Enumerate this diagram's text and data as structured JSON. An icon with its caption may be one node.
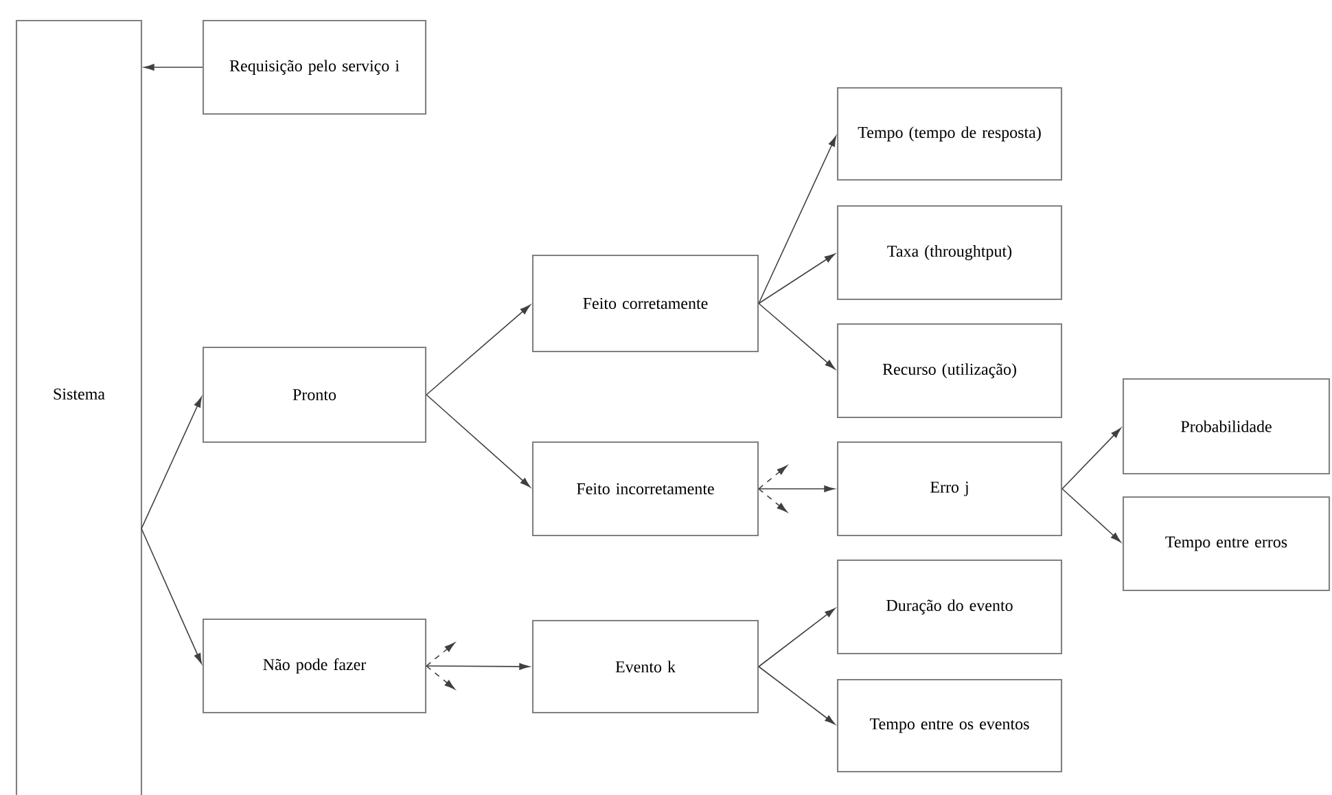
{
  "diagram": {
    "nodes": [
      {
        "text": [
          "Sistema"
        ]
      },
      {
        "text": [
          "Requisição pelo serviço i"
        ]
      },
      {
        "text": [
          "Pronto"
        ]
      },
      {
        "text": [
          "Não pode fazer"
        ]
      },
      {
        "text": [
          "Feito corretamente"
        ]
      },
      {
        "text": [
          "Feito incorretamente"
        ]
      },
      {
        "text": [
          "Evento k"
        ]
      },
      {
        "text": [
          "Tempo (tempo de resposta)"
        ]
      },
      {
        "text": [
          "Taxa (throughtput)"
        ]
      },
      {
        "text": [
          "Recurso (utilização)"
        ]
      },
      {
        "text": [
          "Erro j"
        ]
      },
      {
        "text": [
          "Duração do evento"
        ]
      },
      {
        "text": [
          "Tempo entre os eventos"
        ]
      },
      {
        "text": [
          "Probabilidade"
        ]
      },
      {
        "text": [
          "Tempo entre erros"
        ]
      }
    ],
    "edges": [
      {
        "from": 1,
        "to": 0,
        "arrow": "to"
      },
      {
        "from": 0,
        "to": 2,
        "arrow": "to"
      },
      {
        "from": 0,
        "to": 3,
        "arrow": "to"
      },
      {
        "from": 2,
        "to": 4,
        "arrow": "to"
      },
      {
        "from": 2,
        "to": 5,
        "arrow": "to"
      },
      {
        "from": 4,
        "to": 7,
        "arrow": "to"
      },
      {
        "from": 4,
        "to": 8,
        "arrow": "to"
      },
      {
        "from": 4,
        "to": 9,
        "arrow": "to"
      },
      {
        "from": 5,
        "to": 10,
        "arrow": "to"
      },
      {
        "from": 5,
        "to": null,
        "arrow": "to",
        "style": "dashed"
      },
      {
        "from": 5,
        "to": null,
        "arrow": "to",
        "style": "dashed"
      },
      {
        "from": 10,
        "to": 13,
        "arrow": "to"
      },
      {
        "from": 10,
        "to": 14,
        "arrow": "to"
      },
      {
        "from": 3,
        "to": 6,
        "arrow": "to"
      },
      {
        "from": 3,
        "to": null,
        "arrow": "to",
        "style": "dashed"
      },
      {
        "from": 3,
        "to": null,
        "arrow": "to",
        "style": "dashed"
      },
      {
        "from": 6,
        "to": 11,
        "arrow": "to"
      },
      {
        "from": 6,
        "to": 12,
        "arrow": "to"
      }
    ]
  }
}
